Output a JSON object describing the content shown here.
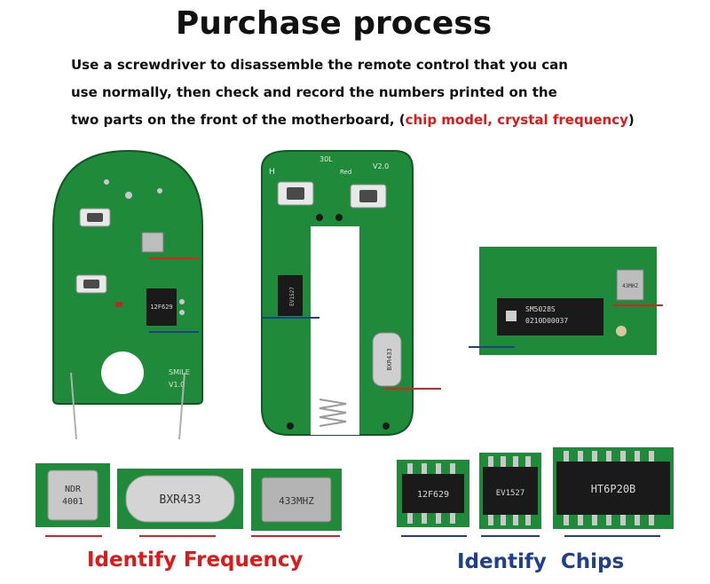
{
  "title": "Purchase process",
  "intro": {
    "line1": "Use a screwdriver to disassemble the remote control that you can",
    "line2": "use normally, then check and record the numbers printed on the",
    "line3_before": "two parts on the front of the motherboard, (",
    "line3_highlight": "chip model, crystal frequency",
    "line3_after": ")"
  },
  "board1": {
    "chip_label": "12F629",
    "silk_text": "SMILE",
    "silk_version": "V1.0"
  },
  "board2": {
    "silk_top": "30L",
    "silk_h": "H",
    "silk_red": "Red",
    "silk_version": "V2.0",
    "chip_label": "EV1527",
    "crystal_label": "BXR433"
  },
  "board3": {
    "chip_label_1": "SM5028S",
    "chip_label_2": "0210D00037",
    "crystal_label": "43MHZ"
  },
  "frequency_examples": [
    {
      "label_1": "NDR",
      "label_2": "4001"
    },
    {
      "label_1": "BXR433",
      "label_2": ""
    },
    {
      "label_1": "433MHZ",
      "label_2": ""
    }
  ],
  "chip_examples": [
    {
      "label": "12F629"
    },
    {
      "label": "EV1527"
    },
    {
      "label": "HT6P20B"
    }
  ],
  "captions": {
    "frequency": "Identify Frequency",
    "chips": "Identify  Chips"
  },
  "colors": {
    "pcb_green": "#1f8a3a",
    "accent_red": "#e01818",
    "accent_blue": "#1f3f8f"
  }
}
